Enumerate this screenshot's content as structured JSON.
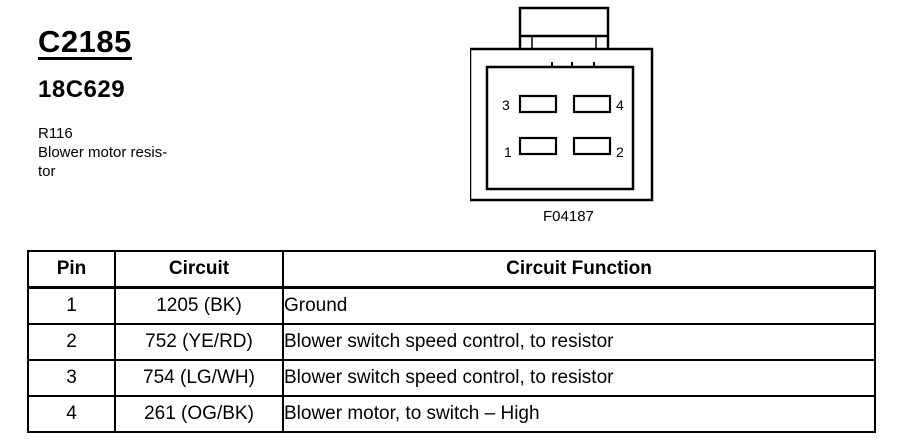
{
  "connector": {
    "id": "C2185",
    "part_number": "18C629",
    "ref": "R116",
    "description_lines": [
      "Blower motor resis-",
      "tor"
    ]
  },
  "diagram": {
    "figure_code": "F04187",
    "pin_labels": {
      "p1": "1",
      "p2": "2",
      "p3": "3",
      "p4": "4"
    }
  },
  "table": {
    "headers": {
      "pin": "Pin",
      "circuit": "Circuit",
      "function": "Circuit Function"
    },
    "rows": [
      {
        "pin": "1",
        "circuit": "1205 (BK)",
        "function": "Ground"
      },
      {
        "pin": "2",
        "circuit": "752 (YE/RD)",
        "function": "Blower switch speed control, to resistor"
      },
      {
        "pin": "3",
        "circuit": "754 (LG/WH)",
        "function": "Blower switch speed control, to resistor"
      },
      {
        "pin": "4",
        "circuit": "261 (OG/BK)",
        "function": "Blower motor, to switch – High"
      }
    ]
  }
}
